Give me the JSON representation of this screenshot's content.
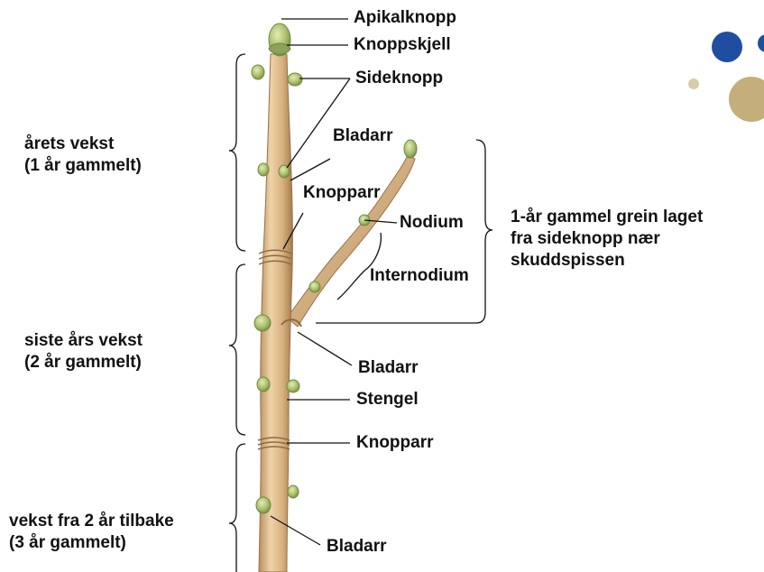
{
  "labels": {
    "apikalknopp": "Apikalknopp",
    "knoppskjell": "Knoppskjell",
    "sideknopp": "Sideknopp",
    "bladarr_top": "Bladarr",
    "knopparr_top": "Knopparr",
    "nodium": "Nodium",
    "internodium": "Internodium",
    "bladarr_mid": "Bladarr",
    "stengel": "Stengel",
    "knopparr_bottom": "Knopparr",
    "bladarr_bottom": "Bladarr"
  },
  "groups": {
    "year1": {
      "line1": "årets vekst",
      "line2": "(1 år gammelt)"
    },
    "year2": {
      "line1": "siste års vekst",
      "line2": "(2 år gammelt)"
    },
    "year3": {
      "line1": "vekst fra 2 år tilbake",
      "line2": "(3 år gammelt)"
    },
    "branch": {
      "line1": "1-år gammel grein laget",
      "line2": "fra sideknopp nær",
      "line3": "skuddspissen"
    }
  },
  "colors": {
    "stem": "#dcb98e",
    "stem_dark": "#b08658",
    "bud": "#a3b86a",
    "bud_dark": "#6f8a3e",
    "dot_blue": "#1f4ea1",
    "dot_gold": "#c4ae7b",
    "dot_light": "#d7ccaa"
  }
}
